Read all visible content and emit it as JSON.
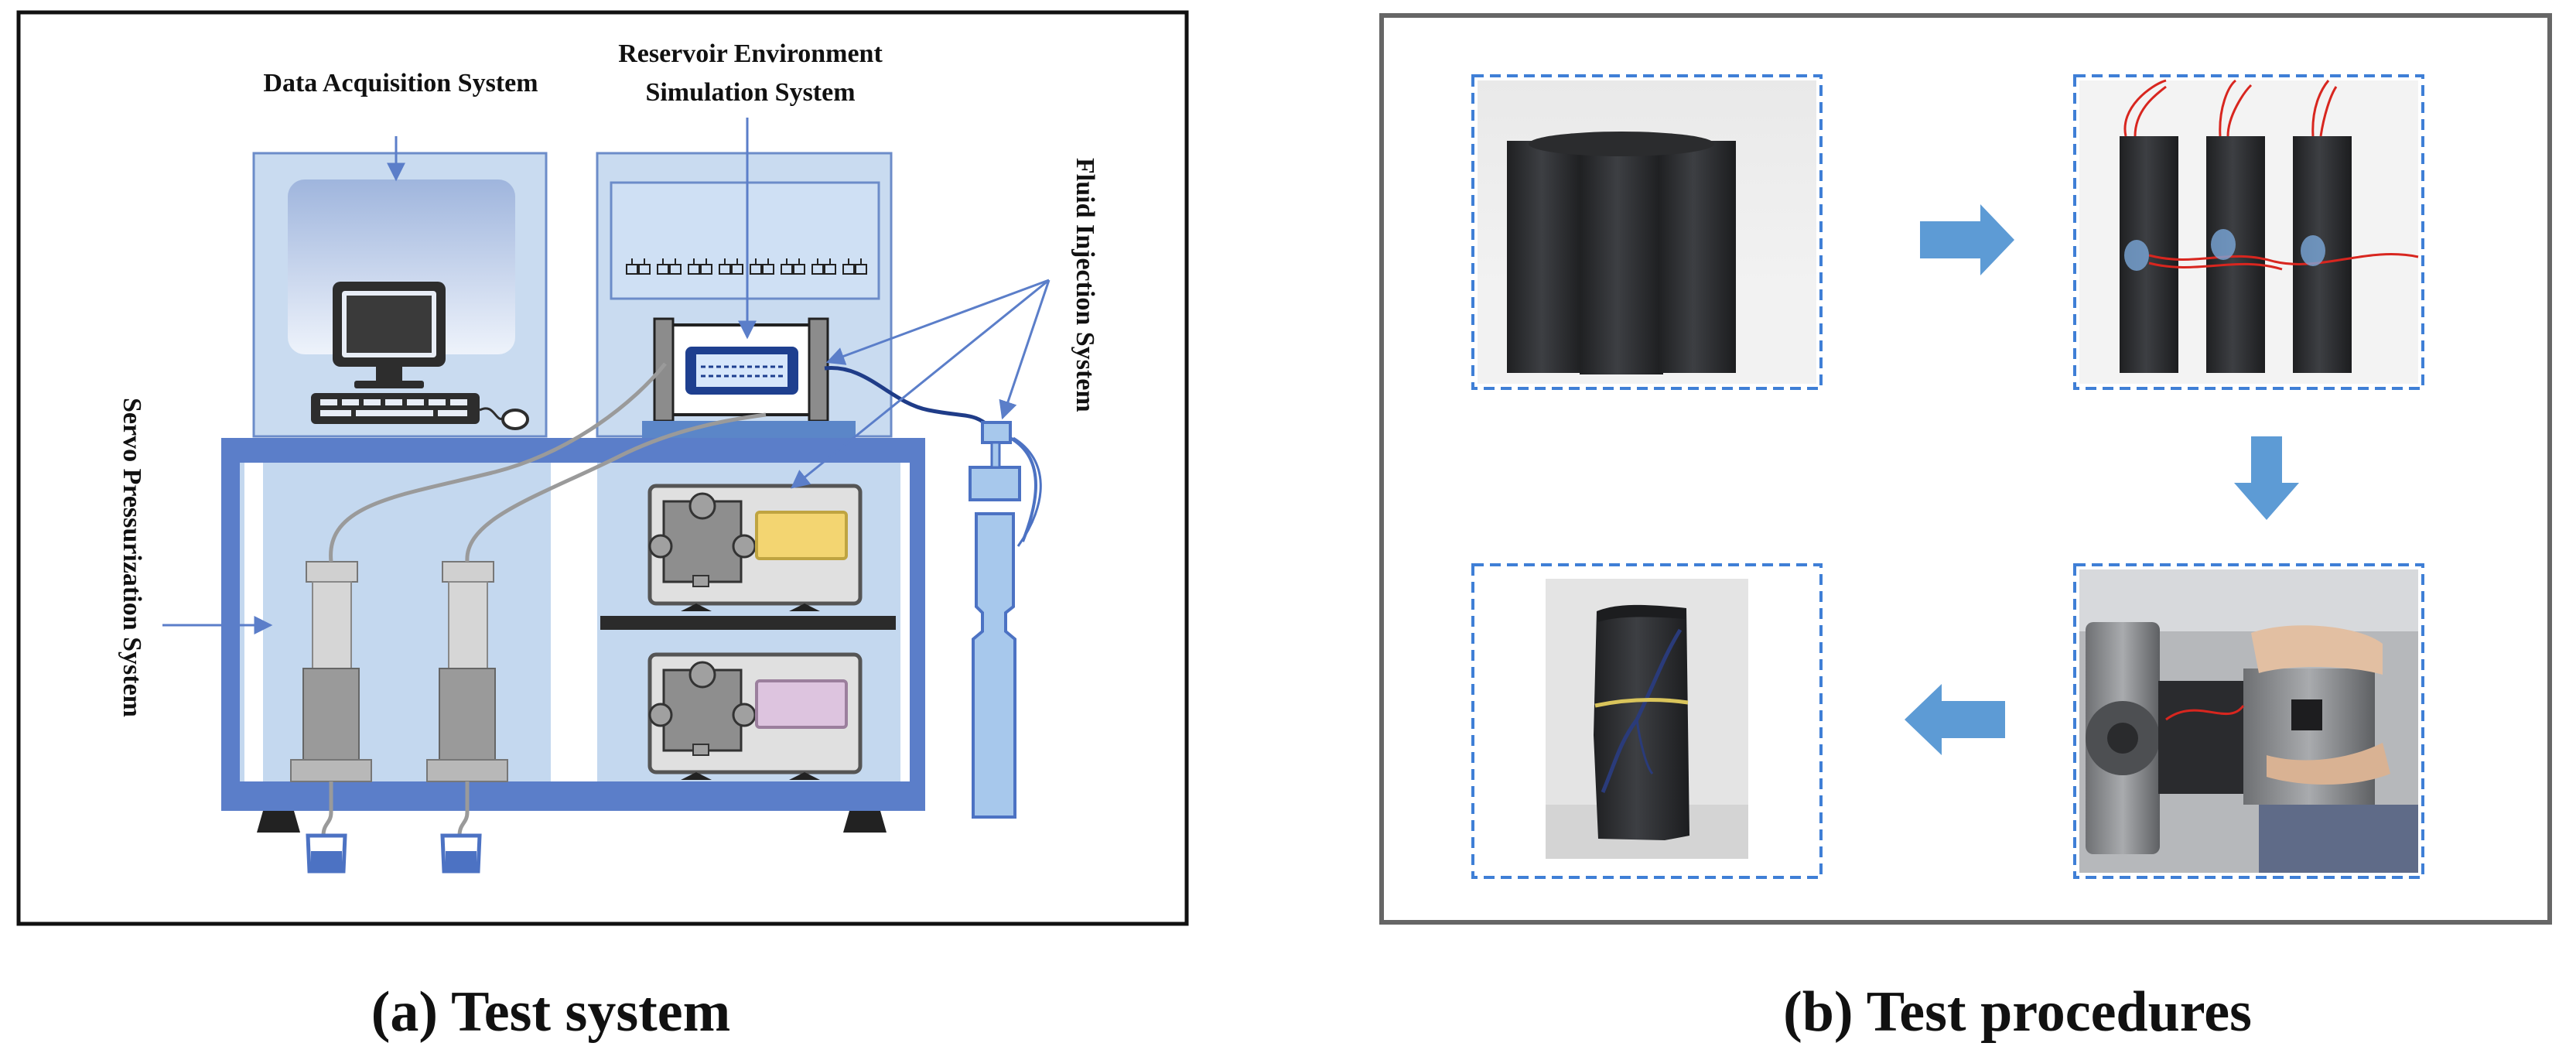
{
  "panel_a": {
    "caption": "(a) Test system",
    "labels": {
      "data_acquisition": "Data Acquisition System",
      "reservoir_line1": "Reservoir Environment",
      "reservoir_line2": "Simulation System",
      "fluid_injection": "Fluid Injection System",
      "servo_pressurization": "Servo Pressurization System"
    }
  },
  "panel_b": {
    "caption": "(b) Test procedures",
    "steps": [
      {
        "name": "core-samples",
        "description_hidden": true
      },
      {
        "name": "strain-gauged-samples",
        "description_hidden": true
      },
      {
        "name": "sample-in-holder",
        "description_hidden": true
      },
      {
        "name": "fractured-sample",
        "description_hidden": true
      }
    ]
  },
  "colors": {
    "frame_blue": "#5b7ec9",
    "panel_blue": "#c4d8ef",
    "cabinet_light": "#e6ecf7",
    "arrow_blue": "#5d9bd5",
    "rock_dark": "#2f3033",
    "wire_red": "#d8261f",
    "dark_strip": "#2b2b2b"
  }
}
